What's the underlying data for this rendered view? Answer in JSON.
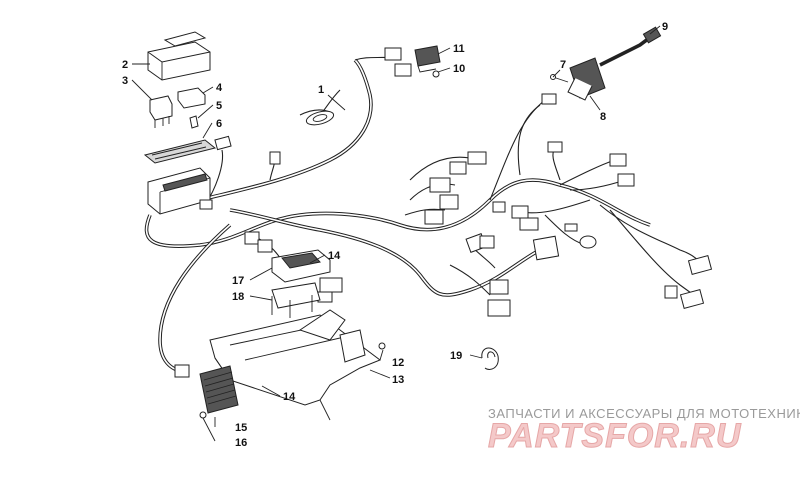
{
  "callouts": {
    "c1": "1",
    "c2": "2",
    "c3": "3",
    "c4": "4",
    "c5": "5",
    "c6": "6",
    "c7": "7",
    "c8": "8",
    "c9": "9",
    "c10": "10",
    "c11": "11",
    "c12": "12",
    "c13": "13",
    "c14a": "14",
    "c14b": "14",
    "c15": "15",
    "c16": "16",
    "c17": "17",
    "c18": "18",
    "c19": "19"
  },
  "watermark": {
    "tagline": "ЗАПЧАСТИ И АКСЕССУАРЫ ДЛЯ МОТОТЕХНИКИ",
    "brand": "PARTSFOR.RU"
  },
  "colors": {
    "watermark_brand": "#f4c9c9",
    "line": "#222222"
  }
}
